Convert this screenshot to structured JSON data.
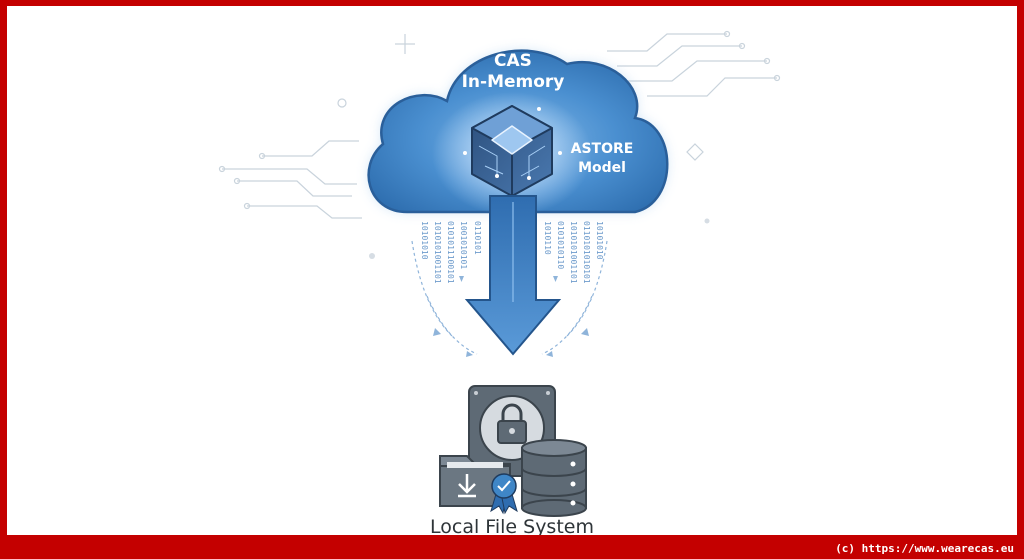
{
  "cloud": {
    "title_line1": "CAS",
    "title_line2": "In-Memory",
    "model_line1": "ASTORE",
    "model_line2": "Model"
  },
  "destination": {
    "label": "Local File System"
  },
  "footer": {
    "copyright": "(c) https://www.wearecas.eu"
  },
  "icons": [
    "cloud-icon",
    "cube-icon",
    "arrow-down-icon",
    "drive-lock-icon",
    "padlock-icon",
    "folder-download-icon",
    "certificate-badge-icon",
    "database-icon"
  ],
  "colors": {
    "frame": "#c40000",
    "cloud": "#3f86c7",
    "arrow": "#3a7cc0",
    "icon_gray": "#5e6a75"
  }
}
